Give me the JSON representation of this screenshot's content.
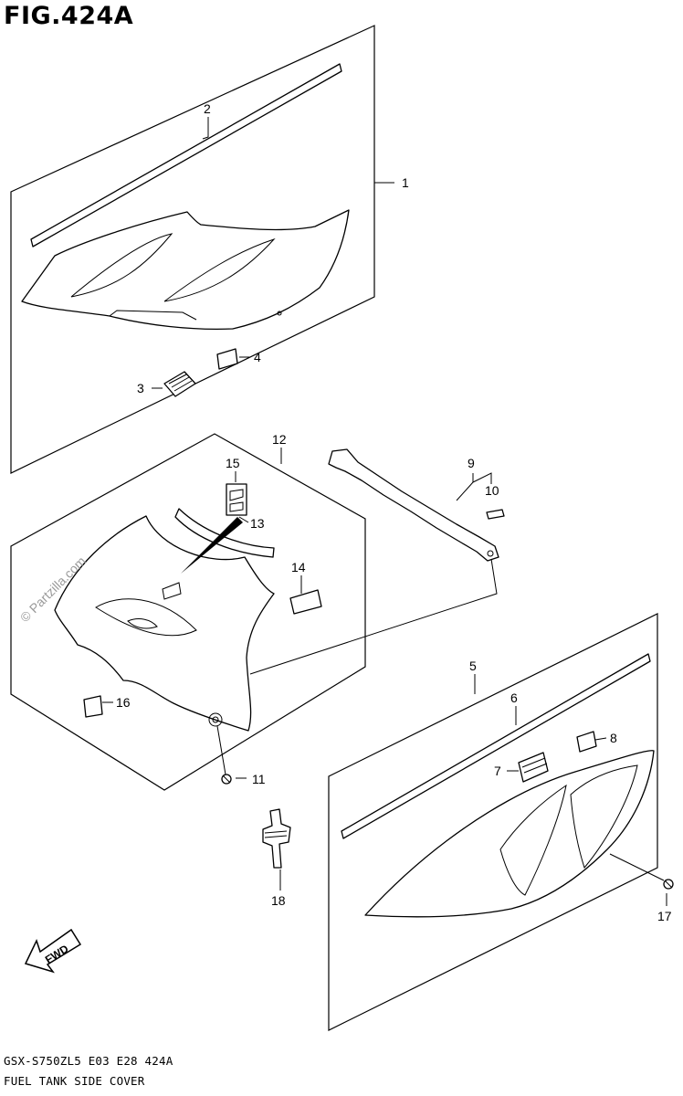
{
  "title": "FIG.424A",
  "footer": {
    "model_line": "GSX-S750ZL5  E03  E28  424A",
    "caption": "FUEL TANK SIDE COVER"
  },
  "watermark": "© Partzilla.com",
  "fwd_label": "FWD",
  "callouts": {
    "c1": "1",
    "c2": "2",
    "c3": "3",
    "c4": "4",
    "c5": "5",
    "c6": "6",
    "c7": "7",
    "c8": "8",
    "c9": "9",
    "c10": "10",
    "c11": "11",
    "c12": "12",
    "c13": "13",
    "c14": "14",
    "c15": "15",
    "c16": "16",
    "c17": "17",
    "c18": "18"
  }
}
